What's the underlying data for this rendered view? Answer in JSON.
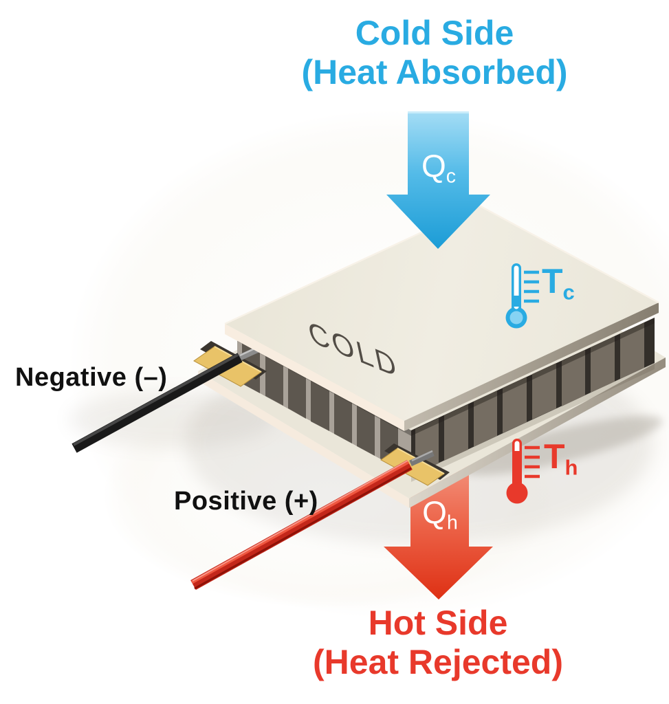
{
  "diagram": {
    "type": "thermoelectric-peltier-module",
    "cold_side": {
      "title": "Cold Side",
      "subtitle": "(Heat Absorbed)",
      "heat_symbol": "Q",
      "heat_subscript": "c",
      "temp_symbol": "T",
      "temp_subscript": "c"
    },
    "hot_side": {
      "title": "Hot Side",
      "subtitle": "(Heat Rejected)",
      "heat_symbol": "Q",
      "heat_subscript": "h",
      "temp_symbol": "T",
      "temp_subscript": "h"
    },
    "terminals": {
      "negative": "Negative (–)",
      "positive": "Positive (+)"
    },
    "module": {
      "top_face_label": "COLD"
    }
  },
  "colors": {
    "cold-blue": "#29ABE2",
    "hot-red": "#E8392B",
    "label-black": "#111111",
    "flow-label-white": "#FFFFFF",
    "plate-cream": "#ECE8DB",
    "pellet-dark": "#5B544C",
    "pad-gold": "#E9C368",
    "wire-red": "#C3271A",
    "wire-black": "#191919"
  }
}
